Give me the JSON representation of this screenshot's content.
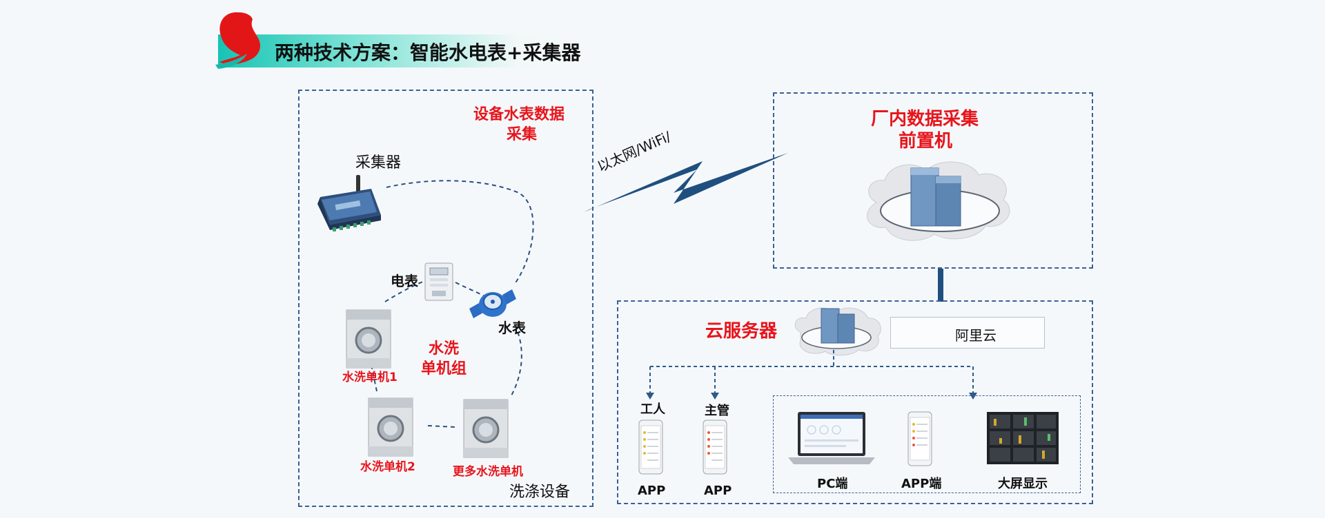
{
  "title": "两种技术方案：智能水电表+采集器",
  "left_panel": {
    "heading_line1": "设备水表数据",
    "heading_line2": "采集",
    "collector_label": "采集器",
    "meter_elec_label": "电表",
    "meter_water_label": "水表",
    "group_line1": "水洗",
    "group_line2": "单机组",
    "machine1_label": "水洗单机1",
    "machine2_label": "水洗单机2",
    "machine3_label": "更多水洗单机",
    "footer_label": "洗涤设备"
  },
  "link_label": "以太网/WiFi/",
  "right_top": {
    "heading_line1": "厂内数据采集",
    "heading_line2": "前置机"
  },
  "right_bottom": {
    "cloud_label": "云服务器",
    "provider_label": "阿里云",
    "worker_label": "工人",
    "manager_label": "主管",
    "app_label_1": "APP",
    "app_label_2": "APP",
    "pc_label": "PC端",
    "app_end_label": "APP端",
    "big_screen_label": "大屏显示"
  },
  "colors": {
    "accent_red": "#e8141b",
    "dash_blue": "#3a5f93",
    "banner_teal": "#18c6b6",
    "server_blue": "#6f97c2"
  }
}
